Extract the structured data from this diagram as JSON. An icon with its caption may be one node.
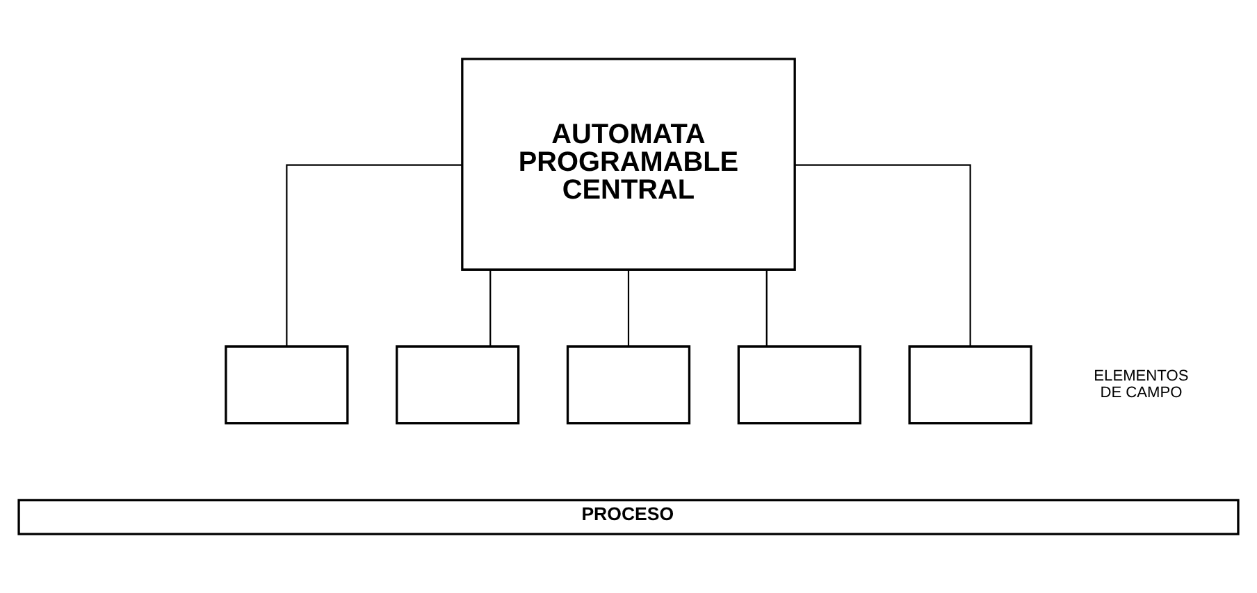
{
  "diagram": {
    "nodes": [
      {
        "text": [
          "AUTOMATA PROGRAMABLE CENTRAL"
        ]
      },
      {
        "text": [],
        "shape": "box"
      },
      {
        "text": [],
        "shape": "box"
      },
      {
        "text": [],
        "shape": "box"
      },
      {
        "text": [],
        "shape": "box"
      },
      {
        "text": [],
        "shape": "box"
      },
      {
        "text": [
          "PROCESO"
        ]
      }
    ],
    "edges": [
      {
        "from": 0,
        "to": 1,
        "arrow": "none"
      },
      {
        "from": 0,
        "to": 2,
        "arrow": "none"
      },
      {
        "from": 0,
        "to": 3,
        "arrow": "none"
      },
      {
        "from": 0,
        "to": 4,
        "arrow": "none"
      },
      {
        "from": 0,
        "to": 5,
        "arrow": "none"
      }
    ],
    "labels": [
      "ELEMENTOS DE CAMPO"
    ]
  }
}
